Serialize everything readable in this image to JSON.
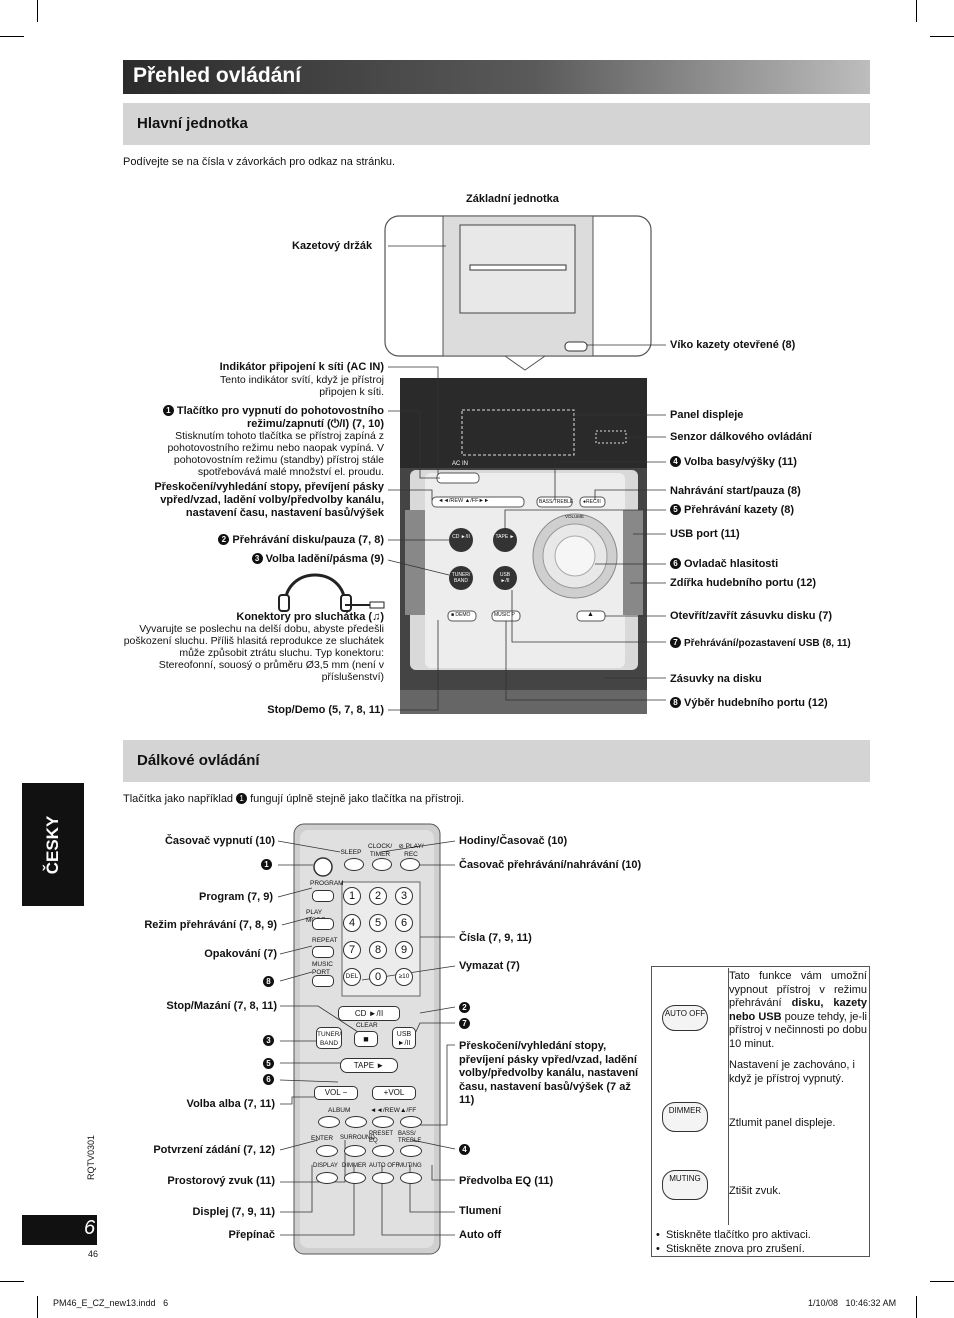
{
  "header": {
    "title": "Přehled ovládání"
  },
  "main_unit": {
    "heading": "Hlavní jednotka",
    "intro": "Podívejte se na čísla v závorkách pro odkaz na stránku.",
    "unit_caption": "Základní jednotka",
    "labels": {
      "cassette_holder": "Kazetový držák",
      "tape_lid": "Víko kazety otevřené (8)",
      "ac_in": "Indikátor připojení k síti (AC IN)",
      "ac_in_note": "Tento indikátor svítí, když je přístroj připojen k síti.",
      "power_n": "1",
      "power": "Tlačítko pro vypnutí do pohotovostního režimu/zapnutí (⏻/I) (7, 10)",
      "power_note": "Stisknutím tohoto tlačítka se přístroj zapíná z pohotovostního režimu nebo naopak vypíná. V pohotovostním režimu (standby) přístroj stále spotřebovává malé množství el. proudu.",
      "skip": "Přeskočení/vyhledání stopy, převíjení pásky vpřed/vzad, ladění volby/předvolby kanálu, nastavení času, nastavení basů/výšek",
      "cd_n": "2",
      "cd": "Přehrávání disku/pauza (7, 8)",
      "tuner_n": "3",
      "tuner": "Volba ladění/pásma (9)",
      "headphones": "Konektory pro sluchátka (♫)",
      "headphones_note": "Vyvarujte se poslechu na delší dobu, abyste předešli poškození sluchu. Příliš hlasitá reprodukce ze sluchátek může způsobit ztrátu sluchu. Typ konektoru: Stereofonní, souosý o průměru Ø3,5 mm (není v příslušenství)",
      "stop_demo": "Stop/Demo (5, 7, 8, 11)",
      "display_panel": "Panel displeje",
      "remote_sensor": "Senzor dálkového ovládání",
      "bass_n": "4",
      "bass": "Volba basy/výšky (11)",
      "rec": "Nahrávání start/pauza (8)",
      "tape_play_n": "5",
      "tape_play": "Přehrávání kazety (8)",
      "usb_port": "USB port (11)",
      "volume_n": "6",
      "volume": "Ovladač hlasitosti",
      "music_jack": "Zdířka hudebního portu (12)",
      "disc_open": "Otevřít/zavřít zásuvku disku (7)",
      "usb_play_n": "7",
      "usb_play": "Přehrávání/pozastavení USB (8, 11)",
      "disc_tray": "Zásuvky na disku",
      "music_sel_n": "8",
      "music_sel": "Výběr hudebního portu (12)"
    },
    "device_texts": {
      "ac_in": "AC IN",
      "skip_btn": "◄◄/REW   ▲/FF►►",
      "bass_btn": "BASS/TREBLE",
      "rec_btn": "●REC/II",
      "cd": "CD ►/II",
      "tape": "TAPE ►",
      "tuner": "TUNER/ BAND",
      "usb": "USB ►/II",
      "volume": "VOLUME",
      "stop": "■ DEMO",
      "music": "MUSIC P",
      "open": "▲"
    }
  },
  "remote": {
    "heading": "Dálkové ovládání",
    "intro_pre": "Tlačítka jako například",
    "intro_n": "1",
    "intro_post": "fungují úplně stejně jako tlačítka na přístroji.",
    "left_labels": {
      "sleep": "Časovač vypnutí (10)",
      "power_n": "1",
      "program": "Program (7, 9)",
      "play_mode": "Režim přehrávání (7, 8, 9)",
      "repeat": "Opakování (7)",
      "music_n": "8",
      "stop": "Stop/Mazání (7, 8, 11)",
      "tuner_n": "3",
      "tape_n": "5",
      "vol_n": "6",
      "album": "Volba alba (7, 11)",
      "enter": "Potvrzení zádání (7, 12)",
      "surround": "Prostorový zvuk (11)",
      "display": "Displej (7, 9, 11)",
      "dimmer": "Přepínač"
    },
    "right_labels": {
      "clock": "Hodiny/Časovač (10)",
      "play_rec": "Časovač přehrávání/nahrávání (10)",
      "numbers": "Čísla (7, 9, 11)",
      "clear": "Vymazat (7)",
      "cd_n": "2",
      "usb_n": "7",
      "skip": "Přeskočení/vyhledání stopy, převíjení pásky vpřed/vzad, ladění volby/předvolby kanálu, nastavení času, nastavení basů/výšek (7 až 11)",
      "bass_n": "4",
      "eq": "Předvolba EQ (11)",
      "muting": "Tlumení",
      "auto_off": "Auto off"
    },
    "keys": {
      "sleep": "SLEEP",
      "clock": "CLOCK/ TIMER",
      "playrec": "⊘ PLAY/ REC",
      "program": "PROGRAM",
      "playmode": "PLAY MODE",
      "repeat": "REPEAT",
      "music": "MUSIC PORT",
      "digits": [
        "1",
        "2",
        "3",
        "4",
        "5",
        "6",
        "7",
        "8",
        "9",
        "DEL",
        "0",
        "≥10"
      ],
      "cd": "CD ►/II",
      "clear": "CLEAR",
      "tuner": "TUNER/ BAND",
      "usb": "USB ►/II",
      "tape": "TAPE ►",
      "vol_minus": "VOL −",
      "vol_plus": "+VOL",
      "album": "ALBUM",
      "rew": "◄◄/REW",
      "ff": "▲/FF",
      "enter": "ENTER",
      "surround": "SURROUND",
      "preset": "PRESET EQ",
      "bass": "BASS/ TREBLE",
      "display": "DISPLAY",
      "dimmer": "DIMMER",
      "autooff": "AUTO OFF",
      "muting": "MUTING"
    }
  },
  "info_box": {
    "autooff_key": "AUTO OFF",
    "autooff_text_1": "Tato funkce vám umožní vypnout přístroj v režimu přehrávání",
    "autooff_text_bold": "disku, kazety nebo USB",
    "autooff_text_2": "pouze tehdy, je-li přístroj v nečinnosti po dobu 10 minut.",
    "autooff_text_3": "Nastavení je zachováno, i když je přístroj vypnutý.",
    "dimmer_key": "DIMMER",
    "dimmer_text": "Ztlumit panel displeje.",
    "muting_key": "MUTING",
    "muting_text": "Ztišit zvuk.",
    "bullet_1": "Stiskněte tlačítko pro aktivaci.",
    "bullet_2": "Stiskněte znova pro zrušení."
  },
  "sidebar": {
    "language": "ČESKY",
    "doc_code": "RQTV0301",
    "page_number": "6",
    "page_small": "46"
  },
  "footer": {
    "file": "PM46_E_CZ_new13.indd   6",
    "datetime": "1/10/08   10:46:32 AM"
  }
}
